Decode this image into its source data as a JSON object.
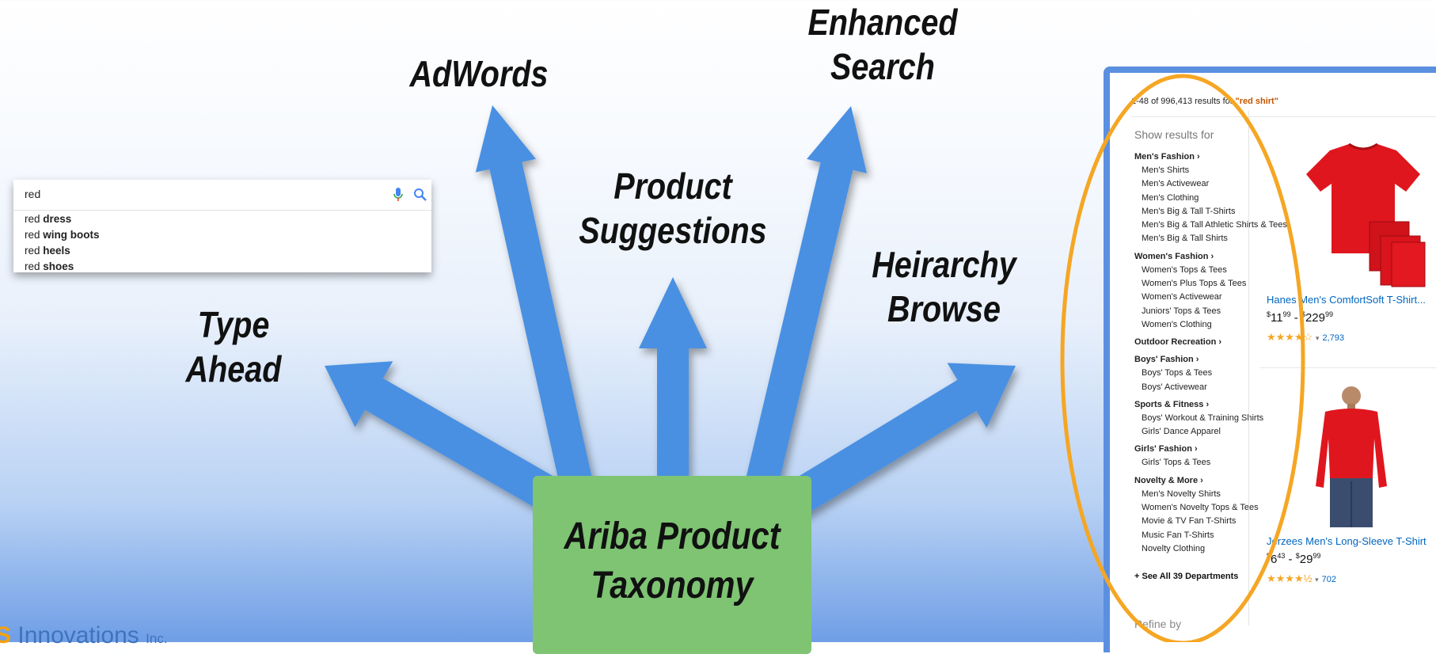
{
  "center": {
    "line1": "Ariba Product",
    "line2": "Taxonomy"
  },
  "labels": {
    "type_ahead": {
      "line1": "Type",
      "line2": "Ahead"
    },
    "adwords": "AdWords",
    "product_suggestions": {
      "line1": "Product",
      "line2": "Suggestions"
    },
    "enhanced_search": {
      "line1": "Enhanced",
      "line2": "Search"
    },
    "hierarchy_browse": {
      "line1": "Heirarchy",
      "line2": "Browse"
    }
  },
  "colors": {
    "arrow": "#4a90e2",
    "center_box": "#7ec473",
    "highlight_oval": "#f5a623"
  },
  "search": {
    "query": "red",
    "suggestions": [
      {
        "prefix": "red",
        "completion": "dress"
      },
      {
        "prefix": "red",
        "completion": "wing boots"
      },
      {
        "prefix": "red",
        "completion": "heels"
      },
      {
        "prefix": "red",
        "completion": "shoes"
      }
    ]
  },
  "amazon": {
    "results_prefix": "1-48 of 996,413 results ",
    "results_for": "for",
    "results_query": "\"red shirt\"",
    "show_results_for": "Show results for",
    "categories": [
      {
        "name": "Men's Fashion",
        "items": [
          "Men's Shirts",
          "Men's Activewear",
          "Men's Clothing",
          "Men's Big & Tall T-Shirts",
          "Men's Big & Tall Athletic Shirts & Tees",
          "Men's Big & Tall Shirts"
        ]
      },
      {
        "name": "Women's Fashion",
        "items": [
          "Women's Tops & Tees",
          "Women's Plus Tops & Tees",
          "Women's Activewear",
          "Juniors' Tops & Tees",
          "Women's Clothing"
        ]
      },
      {
        "name": "Outdoor Recreation",
        "items": []
      },
      {
        "name": "Boys' Fashion",
        "items": [
          "Boys' Tops & Tees",
          "Boys' Activewear"
        ]
      },
      {
        "name": "Sports & Fitness",
        "items": [
          "Boys' Workout & Training Shirts",
          "Girls' Dance Apparel"
        ]
      },
      {
        "name": "Girls' Fashion",
        "items": [
          "Girls' Tops & Tees"
        ]
      },
      {
        "name": "Novelty & More",
        "items": [
          "Men's Novelty Shirts",
          "Women's Novelty Tops & Tees",
          "Movie & TV Fan T-Shirts",
          "Music Fan T-Shirts",
          "Novelty Clothing"
        ]
      }
    ],
    "see_all": "+ See All 39 Departments",
    "refine_by": "Refine by",
    "products": [
      {
        "title": "Hanes Men's ComfortSoft T-Shirt...",
        "price_low_whole": "11",
        "price_low_frac": "99",
        "price_high_whole": "229",
        "price_high_frac": "99",
        "rating": 3.5,
        "reviews": "2,793"
      },
      {
        "title": "Jerzees Men's Long-Sleeve T-Shirt",
        "price_low_whole": "6",
        "price_low_frac": "43",
        "price_high_whole": "29",
        "price_high_frac": "99",
        "rating": 4.5,
        "reviews": "702"
      }
    ]
  },
  "logo": {
    "mark": "S",
    "name": "Innovations",
    "suffix": "Inc."
  }
}
